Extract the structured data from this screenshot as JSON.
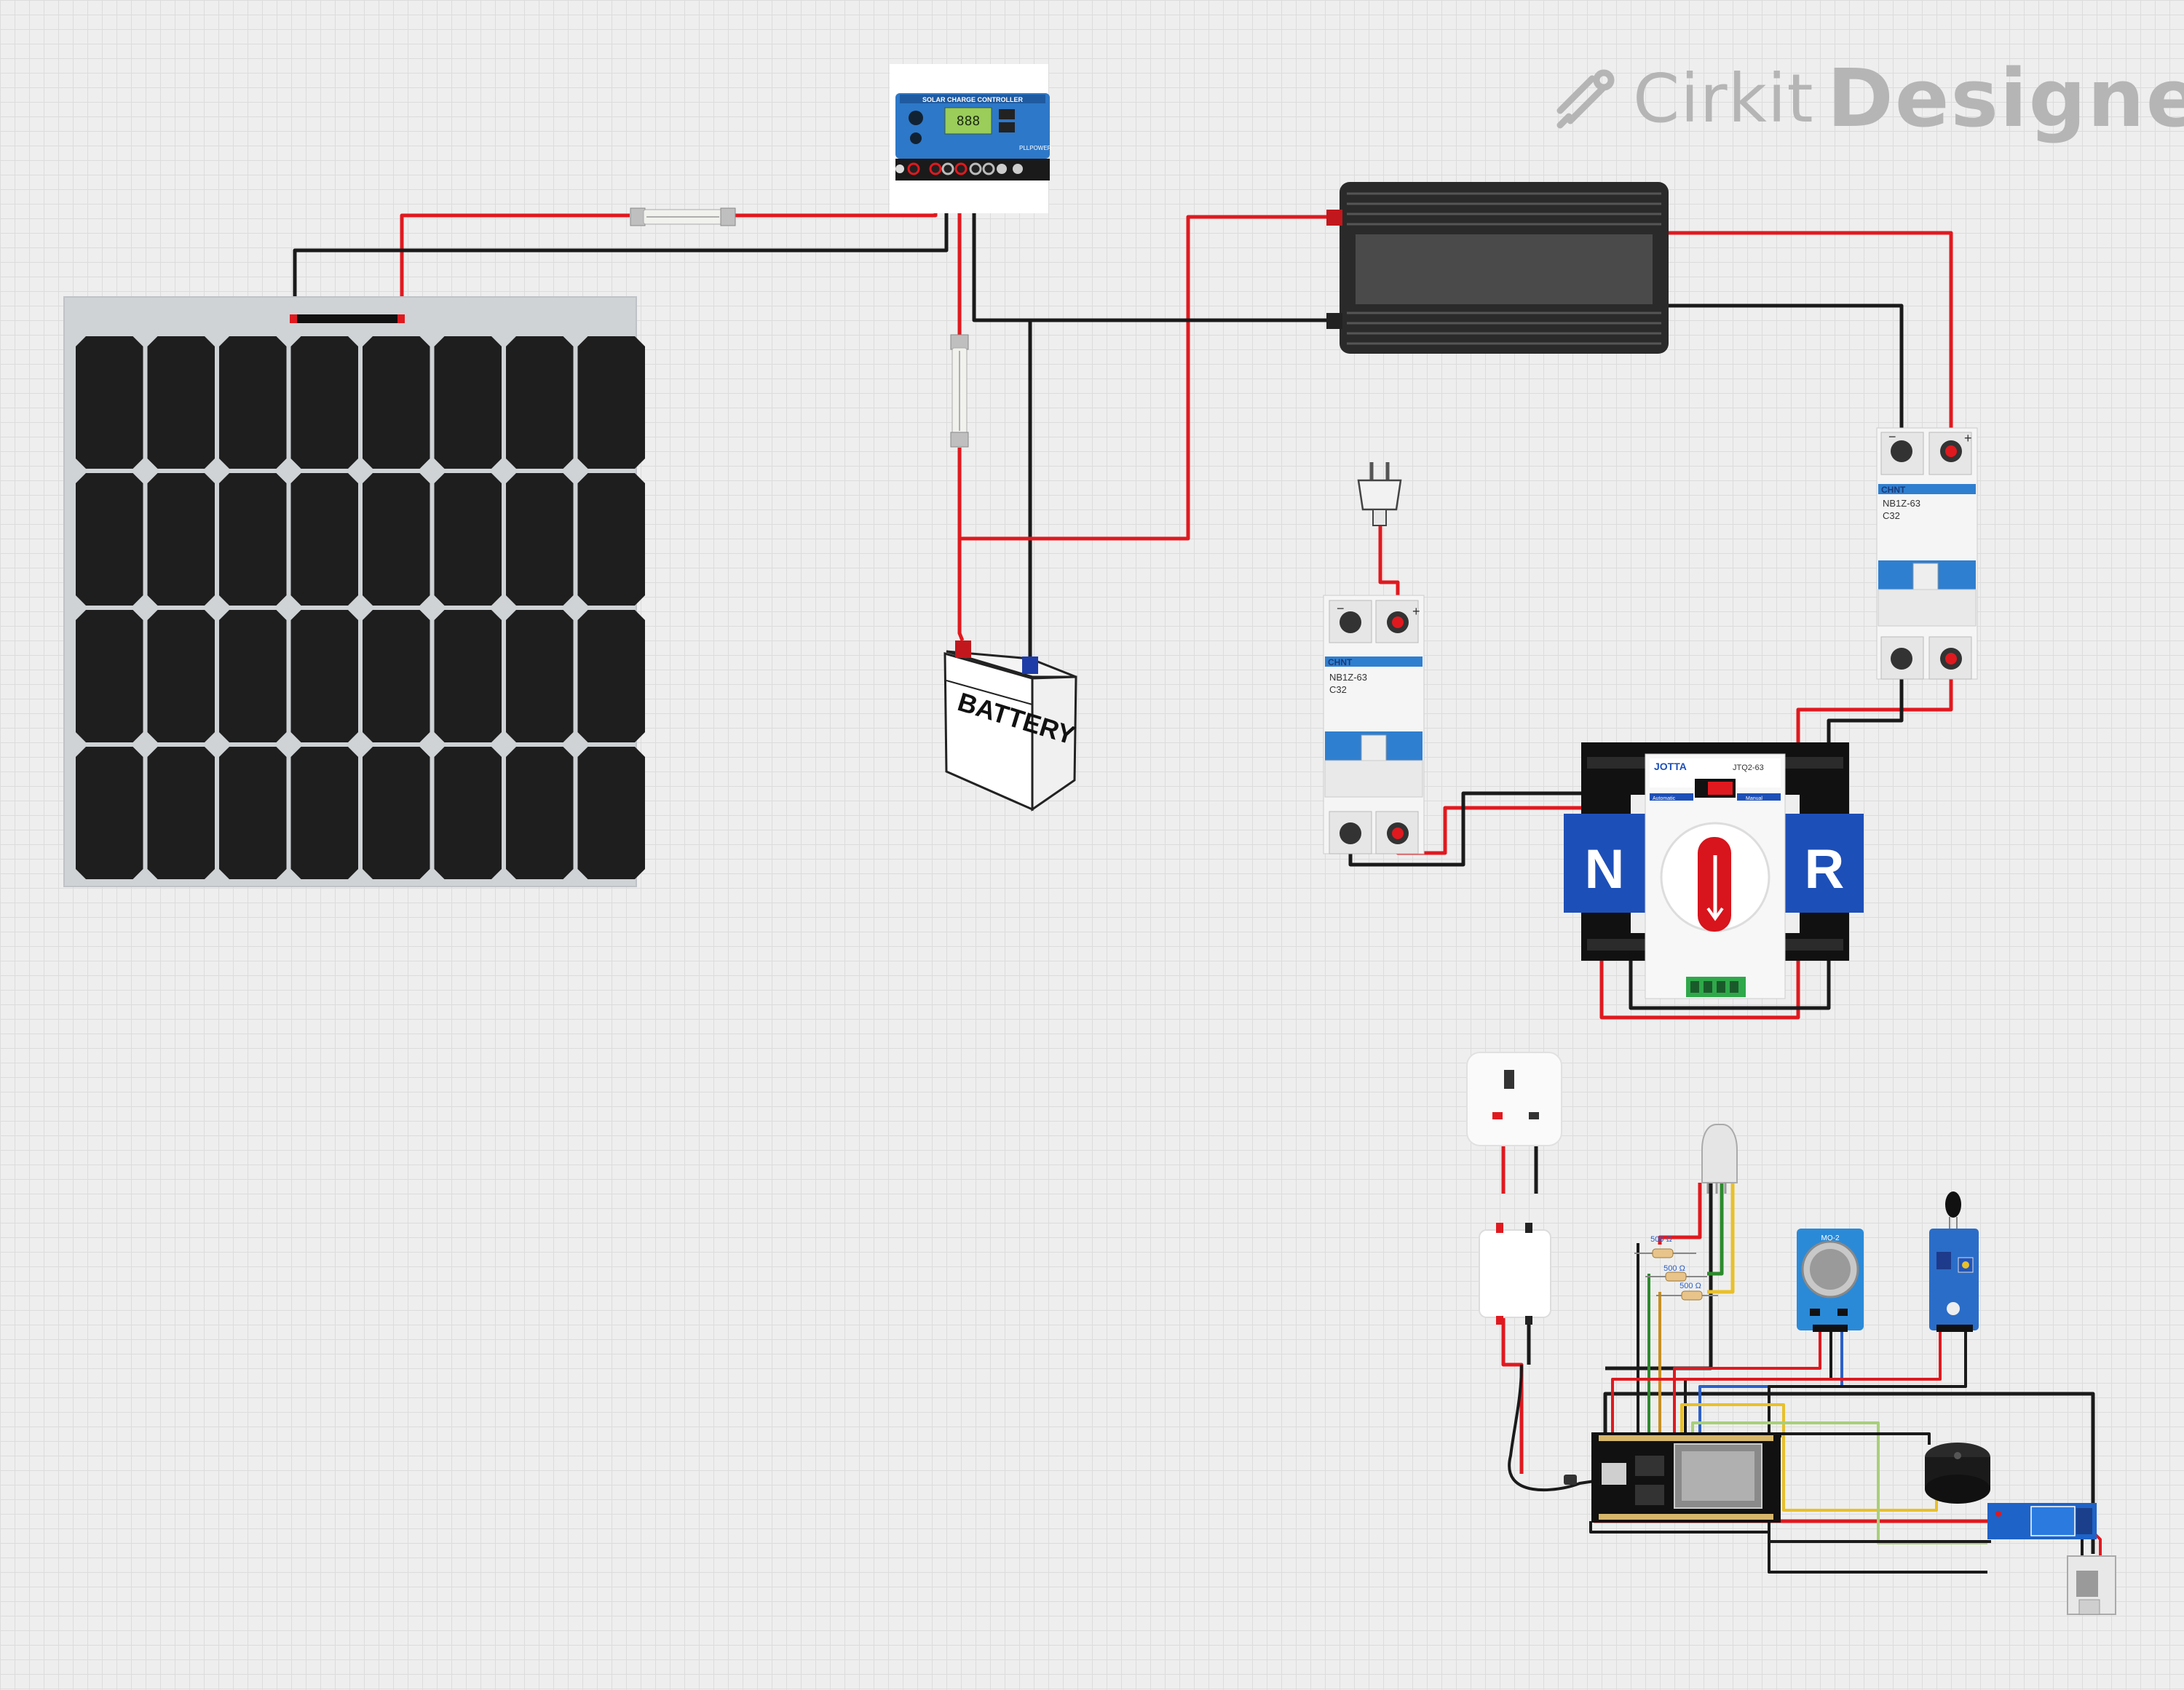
{
  "app": {
    "brand_prefix": "Cirkit",
    "brand_suffix": "Designer"
  },
  "components": {
    "charge_controller": {
      "title": "SOLAR CHARGE CONTROLLER",
      "display": "888",
      "footer": "PLLPOWER"
    },
    "battery": {
      "label": "BATTERY"
    },
    "breaker_left": {
      "brand": "CHNT",
      "model": "NB1Z-63",
      "rating": "C32",
      "minus": "−",
      "plus": "+"
    },
    "breaker_right": {
      "brand": "CHNT",
      "model": "NB1Z-63",
      "rating": "C32",
      "minus": "−",
      "plus": "+"
    },
    "ats": {
      "brand": "JOTTA",
      "model": "JTQ2-63",
      "left_label": "N",
      "right_label": "R",
      "mode_a": "Automatic",
      "mode_b": "Manual"
    },
    "resistors": {
      "r1": "500 Ω",
      "r2": "500 Ω",
      "r3": "500 Ω"
    },
    "gas_sensor": {
      "label": "MQ-2"
    }
  },
  "colors": {
    "wire_red": "#e0191f",
    "wire_black": "#1a1a1a",
    "wire_green": "#2c8a2c",
    "wire_yellow": "#e8c02a",
    "wire_lightgreen": "#a8cf7a",
    "module_blue": "#1f78c8",
    "ats_blue": "#1d4fb8"
  }
}
